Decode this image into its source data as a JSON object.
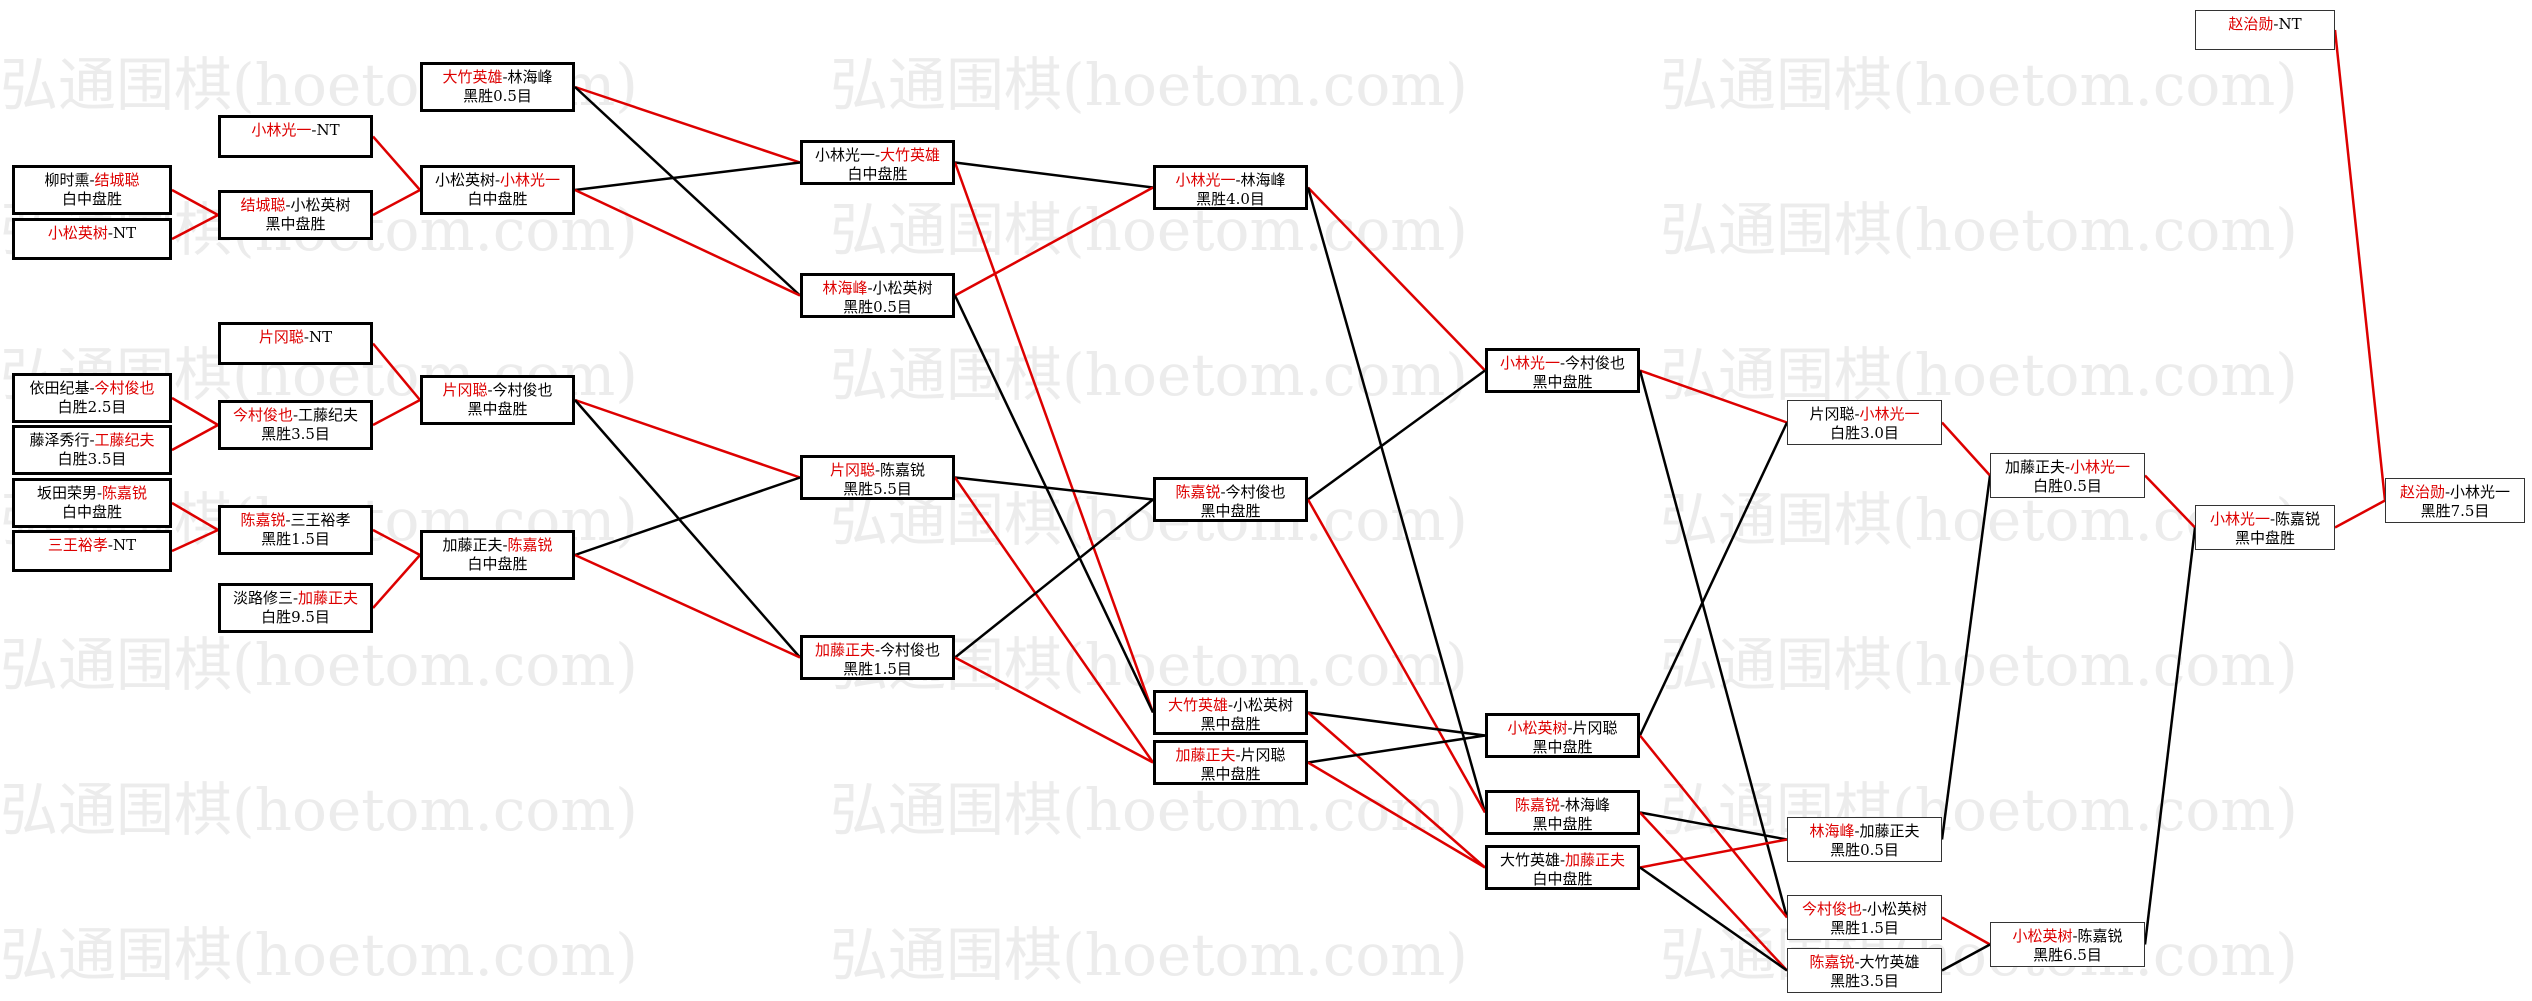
{
  "watermark_text": "弘通围棋(hoetom.com)",
  "colors": {
    "winner": "#dd0000",
    "edge_win": "#dd0000",
    "edge": "#000000"
  },
  "matches": [
    {
      "id": "c1_1",
      "p1": "柳时熏",
      "p2": "结城聪",
      "winner": 2,
      "result": "白中盘胜"
    },
    {
      "id": "c1_2",
      "p1": "依田纪基",
      "p2": "今村俊也",
      "winner": 2,
      "result": "白胜2.5目"
    },
    {
      "id": "c1_3",
      "p1": "藤泽秀行",
      "p2": "工藤纪夫",
      "winner": 2,
      "result": "白胜3.5目"
    },
    {
      "id": "c1_4",
      "p1": "坂田荣男",
      "p2": "陈嘉锐",
      "winner": 2,
      "result": "白中盘胜"
    },
    {
      "id": "b1",
      "p1": "小松英树",
      "p2": "NT",
      "winner": 1,
      "result": ""
    },
    {
      "id": "b2",
      "p1": "三王裕孝",
      "p2": "NT",
      "winner": 1,
      "result": ""
    },
    {
      "id": "b3",
      "p1": "小林光一",
      "p2": "NT",
      "winner": 1,
      "result": ""
    },
    {
      "id": "b4",
      "p1": "片冈聪",
      "p2": "NT",
      "winner": 1,
      "result": ""
    },
    {
      "id": "c2_1",
      "p1": "结城聪",
      "p2": "小松英树",
      "winner": 1,
      "result": "黑中盘胜"
    },
    {
      "id": "c2_2",
      "p1": "今村俊也",
      "p2": "工藤纪夫",
      "winner": 1,
      "result": "黑胜3.5目"
    },
    {
      "id": "c2_3",
      "p1": "陈嘉锐",
      "p2": "三王裕孝",
      "winner": 1,
      "result": "黑胜1.5目"
    },
    {
      "id": "c2_4",
      "p1": "淡路修三",
      "p2": "加藤正夫",
      "winner": 2,
      "result": "白胜9.5目"
    },
    {
      "id": "c3_1",
      "p1": "大竹英雄",
      "p2": "林海峰",
      "winner": 1,
      "result": "黑胜0.5目"
    },
    {
      "id": "c3_2",
      "p1": "小松英树",
      "p2": "小林光一",
      "winner": 2,
      "result": "白中盘胜"
    },
    {
      "id": "c3_3",
      "p1": "片冈聪",
      "p2": "今村俊也",
      "winner": 1,
      "result": "黑中盘胜"
    },
    {
      "id": "c3_4",
      "p1": "加藤正夫",
      "p2": "陈嘉锐",
      "winner": 2,
      "result": "白中盘胜"
    },
    {
      "id": "c4_1",
      "p1": "小林光一",
      "p2": "大竹英雄",
      "winner": 2,
      "result": "白中盘胜"
    },
    {
      "id": "c4_2",
      "p1": "林海峰",
      "p2": "小松英树",
      "winner": 1,
      "result": "黑胜0.5目"
    },
    {
      "id": "c4_3",
      "p1": "片冈聪",
      "p2": "陈嘉锐",
      "winner": 1,
      "result": "黑胜5.5目"
    },
    {
      "id": "c4_4",
      "p1": "加藤正夫",
      "p2": "今村俊也",
      "winner": 1,
      "result": "黑胜1.5目"
    },
    {
      "id": "c5_1",
      "p1": "小林光一",
      "p2": "林海峰",
      "winner": 1,
      "result": "黑胜4.0目"
    },
    {
      "id": "c5_2",
      "p1": "陈嘉锐",
      "p2": "今村俊也",
      "winner": 1,
      "result": "黑中盘胜"
    },
    {
      "id": "c5_3",
      "p1": "大竹英雄",
      "p2": "小松英树",
      "winner": 1,
      "result": "黑中盘胜"
    },
    {
      "id": "c5_4",
      "p1": "加藤正夫",
      "p2": "片冈聪",
      "winner": 1,
      "result": "黑中盘胜"
    },
    {
      "id": "c6_1",
      "p1": "小林光一",
      "p2": "今村俊也",
      "winner": 1,
      "result": "黑中盘胜"
    },
    {
      "id": "c6_2",
      "p1": "小松英树",
      "p2": "片冈聪",
      "winner": 1,
      "result": "黑中盘胜"
    },
    {
      "id": "c6_3",
      "p1": "陈嘉锐",
      "p2": "林海峰",
      "winner": 1,
      "result": "黑中盘胜"
    },
    {
      "id": "c6_4",
      "p1": "大竹英雄",
      "p2": "加藤正夫",
      "winner": 2,
      "result": "白中盘胜"
    },
    {
      "id": "c7_1",
      "p1": "片冈聪",
      "p2": "小林光一",
      "winner": 2,
      "result": "白胜3.0目"
    },
    {
      "id": "c7_2",
      "p1": "林海峰",
      "p2": "加藤正夫",
      "winner": 1,
      "result": "黑胜0.5目"
    },
    {
      "id": "c7_3",
      "p1": "今村俊也",
      "p2": "小松英树",
      "winner": 1,
      "result": "黑胜1.5目"
    },
    {
      "id": "c7_4",
      "p1": "陈嘉锐",
      "p2": "大竹英雄",
      "winner": 1,
      "result": "黑胜3.5目"
    },
    {
      "id": "c8_1",
      "p1": "加藤正夫",
      "p2": "小林光一",
      "winner": 2,
      "result": "白胜0.5目"
    },
    {
      "id": "c8_2",
      "p1": "小松英树",
      "p2": "陈嘉锐",
      "winner": 1,
      "result": "黑胜6.5目"
    },
    {
      "id": "c9_1",
      "p1": "小林光一",
      "p2": "陈嘉锐",
      "winner": 1,
      "result": "黑中盘胜"
    },
    {
      "id": "c10_1",
      "p1": "赵治勋",
      "p2": "NT",
      "winner": 1,
      "result": ""
    },
    {
      "id": "final",
      "p1": "赵治勋",
      "p2": "小林光一",
      "winner": 1,
      "result": "黑胜7.5目"
    }
  ],
  "links": [
    [
      "c1_1",
      "c2_1",
      "win"
    ],
    [
      "b1",
      "c2_1",
      "win"
    ],
    [
      "c1_2",
      "c2_2",
      "win"
    ],
    [
      "c1_3",
      "c2_2",
      "win"
    ],
    [
      "c1_4",
      "c2_3",
      "win"
    ],
    [
      "b2",
      "c2_3",
      "win"
    ],
    [
      "c2_1",
      "c3_2",
      "win"
    ],
    [
      "b3",
      "c3_2",
      "win"
    ],
    [
      "c2_2",
      "c3_3",
      "win"
    ],
    [
      "b4",
      "c3_3",
      "win"
    ],
    [
      "c2_3",
      "c3_4",
      "win"
    ],
    [
      "c2_4",
      "c3_4",
      "win"
    ],
    [
      "c3_1",
      "c4_1",
      "win"
    ],
    [
      "c3_1",
      "c4_2",
      "lose"
    ],
    [
      "c3_2",
      "c4_1",
      "lose"
    ],
    [
      "c3_2",
      "c4_2",
      "win"
    ],
    [
      "c3_3",
      "c4_3",
      "win"
    ],
    [
      "c3_3",
      "c4_4",
      "lose"
    ],
    [
      "c3_4",
      "c4_3",
      "lose"
    ],
    [
      "c3_4",
      "c4_4",
      "win"
    ],
    [
      "c4_1",
      "c5_1",
      "lose"
    ],
    [
      "c4_1",
      "c5_3",
      "win"
    ],
    [
      "c4_2",
      "c5_1",
      "win"
    ],
    [
      "c4_2",
      "c5_3",
      "lose"
    ],
    [
      "c4_3",
      "c5_2",
      "lose"
    ],
    [
      "c4_3",
      "c5_4",
      "win"
    ],
    [
      "c4_4",
      "c5_2",
      "lose"
    ],
    [
      "c4_4",
      "c5_4",
      "win"
    ],
    [
      "c5_1",
      "c6_1",
      "win"
    ],
    [
      "c5_1",
      "c6_3",
      "lose"
    ],
    [
      "c5_2",
      "c6_1",
      "lose"
    ],
    [
      "c5_2",
      "c6_3",
      "win"
    ],
    [
      "c5_3",
      "c6_2",
      "lose"
    ],
    [
      "c5_3",
      "c6_4",
      "win"
    ],
    [
      "c5_4",
      "c6_2",
      "lose"
    ],
    [
      "c5_4",
      "c6_4",
      "win"
    ],
    [
      "c6_1",
      "c7_1",
      "win"
    ],
    [
      "c6_1",
      "c7_3",
      "lose"
    ],
    [
      "c6_2",
      "c7_1",
      "lose"
    ],
    [
      "c6_2",
      "c7_3",
      "win"
    ],
    [
      "c6_3",
      "c7_2",
      "lose"
    ],
    [
      "c6_3",
      "c7_4",
      "win"
    ],
    [
      "c6_4",
      "c7_2",
      "win"
    ],
    [
      "c6_4",
      "c7_4",
      "lose"
    ],
    [
      "c7_1",
      "c8_1",
      "win"
    ],
    [
      "c7_2",
      "c8_1",
      "lose"
    ],
    [
      "c7_3",
      "c8_2",
      "win"
    ],
    [
      "c7_4",
      "c8_2",
      "lose"
    ],
    [
      "c8_1",
      "c9_1",
      "win"
    ],
    [
      "c8_2",
      "c9_1",
      "lose"
    ],
    [
      "c9_1",
      "final",
      "win"
    ],
    [
      "c10_1",
      "final",
      "win"
    ]
  ]
}
